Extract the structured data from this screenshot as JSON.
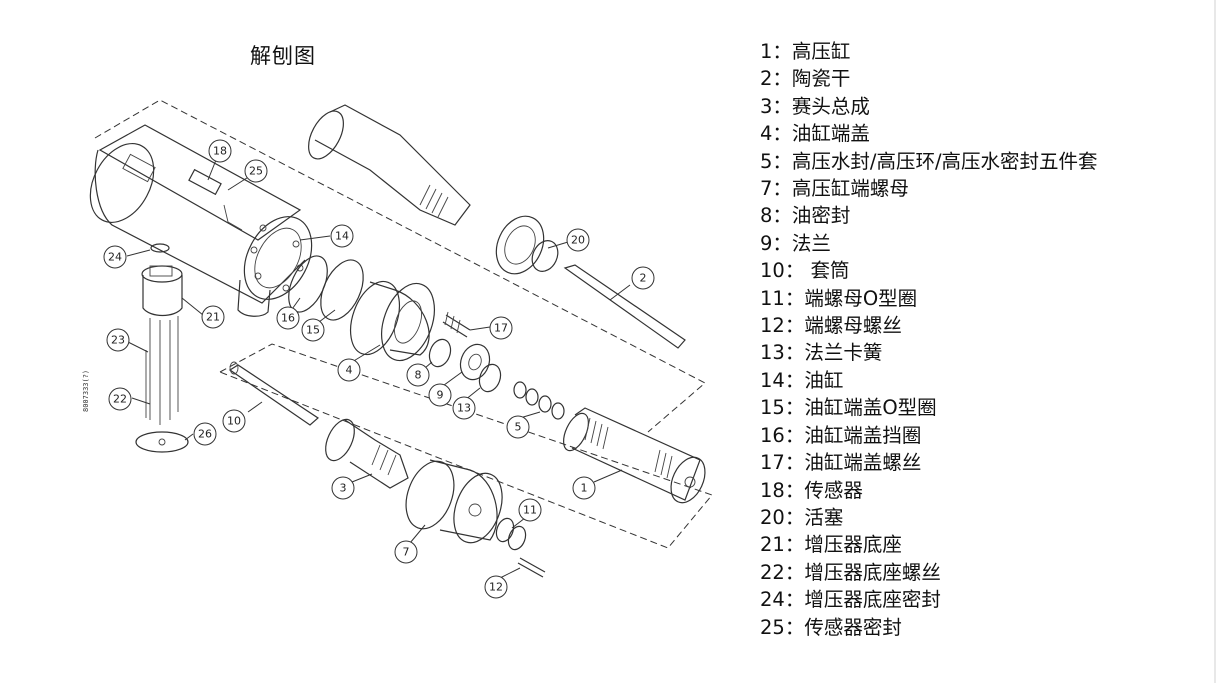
{
  "title": "解刨图",
  "drawing_code": "8007333(?)",
  "legend": [
    "1：高压缸",
    "2：陶瓷干",
    "3：赛头总成",
    "4：油缸端盖",
    "5：高压水封/高压环/高压水密封五件套",
    "7：高压缸端螺母",
    "8：油密封",
    "9：法兰",
    "10： 套筒",
    "11：端螺母O型圈",
    "12：端螺母螺丝",
    "13：法兰卡簧",
    "14：油缸",
    "15：油缸端盖O型圈",
    "16：油缸端盖挡圈",
    "17：油缸端盖螺丝",
    "18：传感器",
    "20：活塞",
    "21：增压器底座",
    "22：增压器底座螺丝",
    "24：增压器底座密封",
    "25：传感器密封"
  ],
  "callouts": [
    "1",
    "2",
    "3",
    "4",
    "5",
    "7",
    "8",
    "9",
    "10",
    "11",
    "12",
    "13",
    "14",
    "15",
    "16",
    "17",
    "18",
    "20",
    "21",
    "22",
    "23",
    "24",
    "25",
    "26"
  ]
}
